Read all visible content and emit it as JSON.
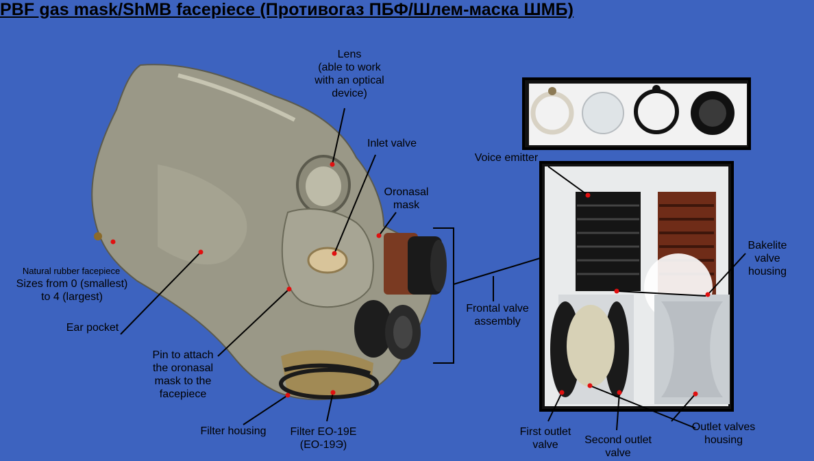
{
  "title": "PBF gas mask/ShMB facepiece (Противогаз ПБФ/Шлем-маска ШМБ)",
  "colors": {
    "background": "#3d63bf",
    "marker": "#e01010",
    "text": "#000000"
  },
  "labels": {
    "lens": [
      "Lens",
      "(able to work",
      "with an optical",
      "device)"
    ],
    "inlet_valve": [
      "Inlet valve"
    ],
    "oronasal_mask": [
      "Oronasal",
      "mask"
    ],
    "natural_rubber": [
      "Natural rubber facepiece"
    ],
    "sizes": [
      "Sizes from 0 (smallest)",
      "to 4 (largest)"
    ],
    "ear_pocket": [
      "Ear pocket"
    ],
    "pin": [
      "Pin to attach",
      "the oronasal",
      "mask to the",
      "facepiece"
    ],
    "filter_housing": [
      "Filter housing"
    ],
    "filter": [
      "Filter EO-19E",
      "(ЕО-19Э)"
    ],
    "frontal_valve": [
      "Frontal valve",
      "assembly"
    ],
    "voice_emitter": [
      "Voice emitter"
    ],
    "bakelite": [
      "Bakelite",
      "valve",
      "housing"
    ],
    "first_outlet": [
      "First outlet",
      "valve"
    ],
    "second_outlet": [
      "Second outlet",
      "valve"
    ],
    "outlet_housing": [
      "Outlet valves",
      "housing"
    ]
  }
}
